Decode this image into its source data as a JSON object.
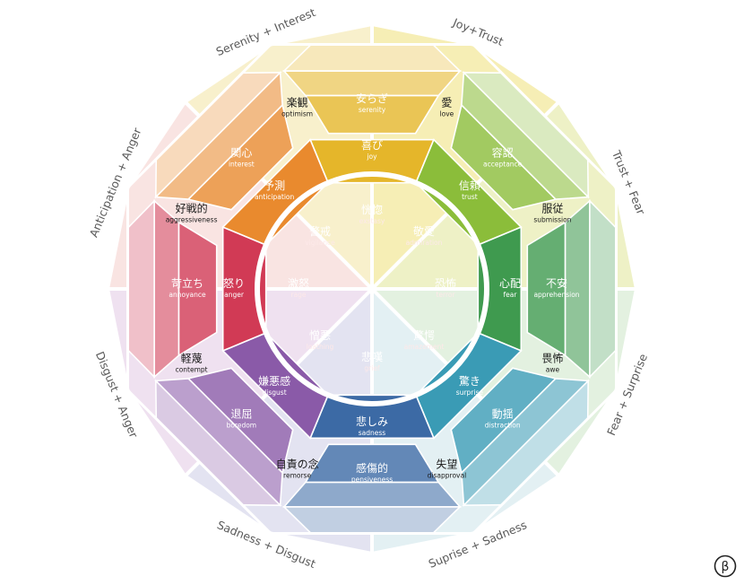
{
  "emotions": [
    {
      "id": "joy",
      "color": "#e5b62a",
      "inner": {
        "jp": "恍惚",
        "en": "exstasy"
      },
      "mid": {
        "jp": "喜び",
        "en": "joy"
      },
      "outer": {
        "jp": "安らぎ",
        "en": "serenity"
      }
    },
    {
      "id": "trust",
      "color": "#8bbd3a",
      "inner": {
        "jp": "敬愛",
        "en": "admiration"
      },
      "mid": {
        "jp": "信頼",
        "en": "trust"
      },
      "outer": {
        "jp": "容認",
        "en": "acceptance"
      }
    },
    {
      "id": "fear",
      "color": "#3f9a4f",
      "inner": {
        "jp": "恐怖",
        "en": "terror"
      },
      "mid": {
        "jp": "心配",
        "en": "fear"
      },
      "outer": {
        "jp": "不安",
        "en": "apprehension"
      }
    },
    {
      "id": "surprise",
      "color": "#3a9bb5",
      "inner": {
        "jp": "驚愕",
        "en": "amazement"
      },
      "mid": {
        "jp": "驚き",
        "en": "surprise"
      },
      "outer": {
        "jp": "動揺",
        "en": "distraction"
      }
    },
    {
      "id": "sadness",
      "color": "#3c6aa5",
      "inner": {
        "jp": "悲嘆",
        "en": "grief"
      },
      "mid": {
        "jp": "悲しみ",
        "en": "sadness"
      },
      "outer": {
        "jp": "感傷的",
        "en": "pensiveness"
      }
    },
    {
      "id": "disgust",
      "color": "#8a5aa8",
      "inner": {
        "jp": "憎悪",
        "en": "loathing"
      },
      "mid": {
        "jp": "嫌悪感",
        "en": "disgust"
      },
      "outer": {
        "jp": "退屈",
        "en": "boredom"
      }
    },
    {
      "id": "anger",
      "color": "#d13a55",
      "inner": {
        "jp": "激怒",
        "en": "rage"
      },
      "mid": {
        "jp": "怒り",
        "en": "anger"
      },
      "outer": {
        "jp": "苛立ち",
        "en": "annoyance"
      }
    },
    {
      "id": "anticipation",
      "color": "#e98a2e",
      "inner": {
        "jp": "警戒",
        "en": "vigilance"
      },
      "mid": {
        "jp": "予測",
        "en": "anticipation"
      },
      "outer": {
        "jp": "関心",
        "en": "interest"
      }
    }
  ],
  "dyads": [
    {
      "id": "love",
      "color": "#f6eeb5",
      "jp": "愛",
      "en": "love",
      "blend": "Joy+Trust"
    },
    {
      "id": "submission",
      "color": "#eef1c6",
      "jp": "服従",
      "en": "submission",
      "blend": "Trust + Fear"
    },
    {
      "id": "awe",
      "color": "#e3f1e0",
      "jp": "畏怖",
      "en": "awe",
      "blend": "Fear + Surprise"
    },
    {
      "id": "disapproval",
      "color": "#e3f0f3",
      "jp": "失望",
      "en": "disapproval",
      "blend": "Suprise + Sadness"
    },
    {
      "id": "remorse",
      "color": "#e3e3f1",
      "jp": "自責の念",
      "en": "remorse",
      "blend": "Sadness + Disgust"
    },
    {
      "id": "contempt",
      "color": "#efe1f0",
      "jp": "軽蔑",
      "en": "contempt",
      "blend": "Disgust + Anger"
    },
    {
      "id": "aggressiveness",
      "color": "#f9e4e2",
      "jp": "好戦的",
      "en": "aggressiveness",
      "blend": "Anticipation + Anger"
    },
    {
      "id": "optimism",
      "color": "#f8f0cc",
      "jp": "楽観",
      "en": "optimism",
      "blend": "Serenity + Interest"
    }
  ],
  "logo": {
    "glyph": "β",
    "name": "brand-logo"
  }
}
